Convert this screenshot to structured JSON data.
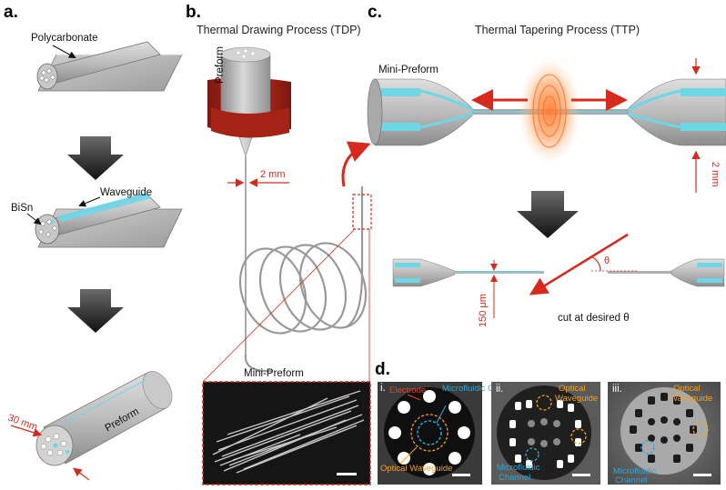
{
  "panels": {
    "a": "a.",
    "b": "b.",
    "c": "c.",
    "d": "d."
  },
  "panel_a": {
    "polycarbonate": "Polycarbonate",
    "waveguide": "Waveguide",
    "bisn": "BiSn",
    "preform": "Preform",
    "dim": "30 mm"
  },
  "panel_b": {
    "title": "Thermal Drawing Process (TDP)",
    "preform": "Preform",
    "dim": "2 mm",
    "mini_preform": "Mini-Preform"
  },
  "panel_c": {
    "title": "Thermal Tapering Process (TTP)",
    "mini_preform": "Mini-Preform",
    "dim_2mm": "2 mm",
    "dim_150": "150 μm",
    "theta": "θ",
    "cut": "cut at desired θ"
  },
  "panel_d": {
    "i": "i.",
    "ii": "ii.",
    "iii": "iii.",
    "electrode": "Electrode",
    "microfluidic_channel": "Microfluidic Channel",
    "optical_waveguide": "Optical Waveguide",
    "microfluidic": "Microfluidic",
    "channel": "Channel",
    "optical": "Optical",
    "waveguide": "Waveguide"
  },
  "colors": {
    "red": "#d62a1e",
    "cyan": "#6fd6e6",
    "orange": "#f4a21c",
    "blue": "#2fa8d8",
    "grey": "#b8b8b8"
  }
}
